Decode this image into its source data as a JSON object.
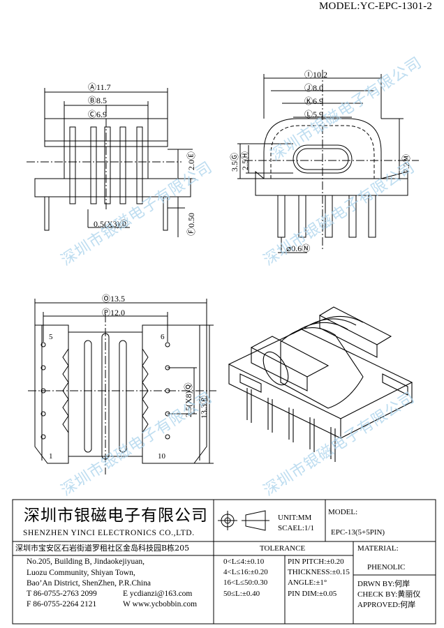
{
  "header": {
    "model_title": "MODEL:YC-EPC-1301-2"
  },
  "dimensions": {
    "A": "11.7",
    "B": "8.5",
    "C": "6.9",
    "D": "0.5(X3)",
    "E": "2.0",
    "F": "0.50",
    "G": "3.5",
    "H": "2.5",
    "I": "10.2",
    "J": "8.0",
    "K": "6.9",
    "L": "5.9",
    "M": "7.2",
    "N": "⌀0.6",
    "O": "13.5",
    "P": "12.0",
    "Q": "2.5(X8)",
    "R": "13.3"
  },
  "pins": {
    "p5": "5",
    "p6": "6",
    "p1": "1",
    "p10": "10"
  },
  "watermark": "深圳市银磁电子有限公司",
  "titleblock": {
    "company_cn": "深圳市银磁电子有限公司",
    "company_en": "SHENZHEN YINCI ELECTRONICS CO.,LTD.",
    "unit": "UNIT:MM",
    "scale": "SCAEL:1/1",
    "model_label": "MODEL:",
    "model_value": "EPC-13(5+5PIN)",
    "address_cn": "深圳市宝安区石岩街道罗租社区金岛科技园B栋205",
    "address_en_1": "No.205, Building B, Jindaokejiyuan,",
    "address_en_2": "Luozu Community, Shiyan Town,",
    "address_en_3": "Bao’An District, ShenZhen, P.R.China",
    "tel": "T 86-0755-2763 2099",
    "fax": "F 86-0755-2264 2121",
    "email": "E ycdianzi@163.com",
    "web": "W www.ycbobbin.com",
    "tolerance_title": "TOLERANCE",
    "tol_1": "0<L≤4:±0.10",
    "tol_2": "4<L≤16:±0.20",
    "tol_3": "16<L≤50:0.30",
    "tol_4": "50≤L:±0.40",
    "pin_pitch": "PIN PITCH:±0.20",
    "thickness": "THICKNESS:±0.15",
    "angle": "ANGLE:±1°",
    "pin_dim": "PIN DIM:±0.05",
    "material_label": "MATERIAL:",
    "material_value": "PHENOLIC",
    "drawn_by": "DRWN BY:何岸",
    "check_by": "CHECK BY:黄丽仪",
    "approved": "APPROVED:何岸"
  }
}
